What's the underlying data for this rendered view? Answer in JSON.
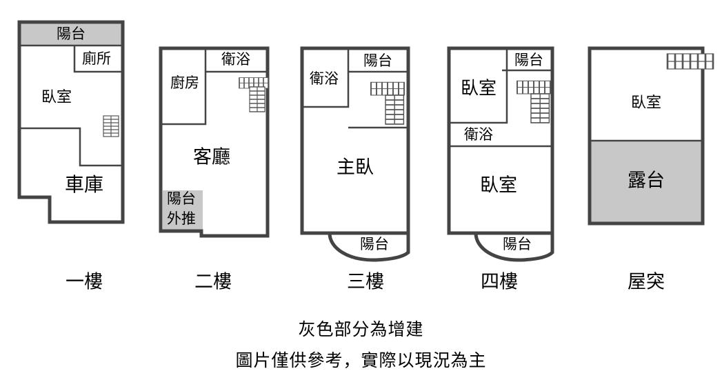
{
  "colors": {
    "wall": "#444444",
    "addition": "#c8c8c8",
    "background": "#ffffff"
  },
  "floors": [
    {
      "name": "一樓",
      "rooms": {
        "balcony": "陽台",
        "toilet": "廁所",
        "bedroom": "臥室",
        "garage": "車庫"
      }
    },
    {
      "name": "二樓",
      "rooms": {
        "bath": "衛浴",
        "kitchen": "廚房",
        "living": "客廳",
        "balcony_ext_1": "陽台",
        "balcony_ext_2": "外推"
      }
    },
    {
      "name": "三樓",
      "rooms": {
        "bath": "衛浴",
        "balcony": "陽台",
        "master": "主臥",
        "balcony_front": "陽台"
      }
    },
    {
      "name": "四樓",
      "rooms": {
        "bedroom1": "臥室",
        "balcony": "陽台",
        "bath": "衛浴",
        "bedroom2": "臥室",
        "balcony_front": "陽台"
      }
    },
    {
      "name": "屋突",
      "rooms": {
        "bedroom": "臥室",
        "terrace": "露台"
      }
    }
  ],
  "notes": {
    "line1": "灰色部分為增建",
    "line2": "圖片僅供參考，實際以現況為主"
  }
}
